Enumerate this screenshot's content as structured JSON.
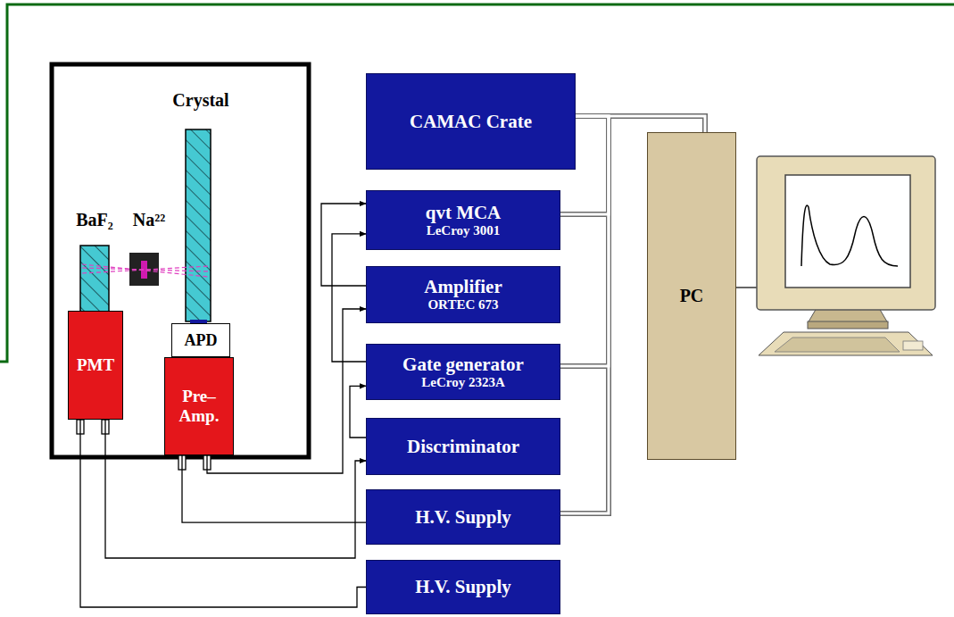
{
  "diagram": {
    "nodes": [
      {
        "text": [
          "PMT"
        ]
      },
      {
        "text": [
          "APD"
        ]
      },
      {
        "text": [
          "Pre– Amp."
        ]
      },
      {
        "text": [
          "CAMAC Crate"
        ]
      },
      {
        "text": [
          "qvt MCA",
          "LeCroy 3001"
        ]
      },
      {
        "text": [
          "Amplifier",
          "ORTEC 673"
        ]
      },
      {
        "text": [
          "Gate generator",
          "LeCroy 2323A"
        ]
      },
      {
        "text": [
          "Discriminator"
        ]
      },
      {
        "text": [
          "H.V. Supply"
        ]
      },
      {
        "text": [
          "H.V. Supply"
        ]
      },
      {
        "text": [
          "PC"
        ]
      }
    ],
    "edges": [
      {
        "from": 0,
        "to": 9,
        "arrow": "none"
      },
      {
        "from": 0,
        "to": 7,
        "arrow": "to"
      },
      {
        "from": 2,
        "to": 8,
        "arrow": "none"
      },
      {
        "from": 2,
        "to": 5,
        "arrow": "to"
      },
      {
        "from": 7,
        "to": 6,
        "arrow": "to"
      },
      {
        "from": 6,
        "to": 4,
        "arrow": "to"
      },
      {
        "from": 5,
        "to": 4,
        "arrow": "to"
      },
      {
        "from": 3,
        "to": 10,
        "arrow": "none"
      },
      {
        "from": 4,
        "to": 3,
        "arrow": "none"
      },
      {
        "from": 6,
        "to": 3,
        "arrow": "none"
      },
      {
        "from": 8,
        "to": 3,
        "arrow": "none"
      }
    ],
    "labels": [
      "Crystal",
      "BaF₂",
      "Na²²"
    ]
  }
}
